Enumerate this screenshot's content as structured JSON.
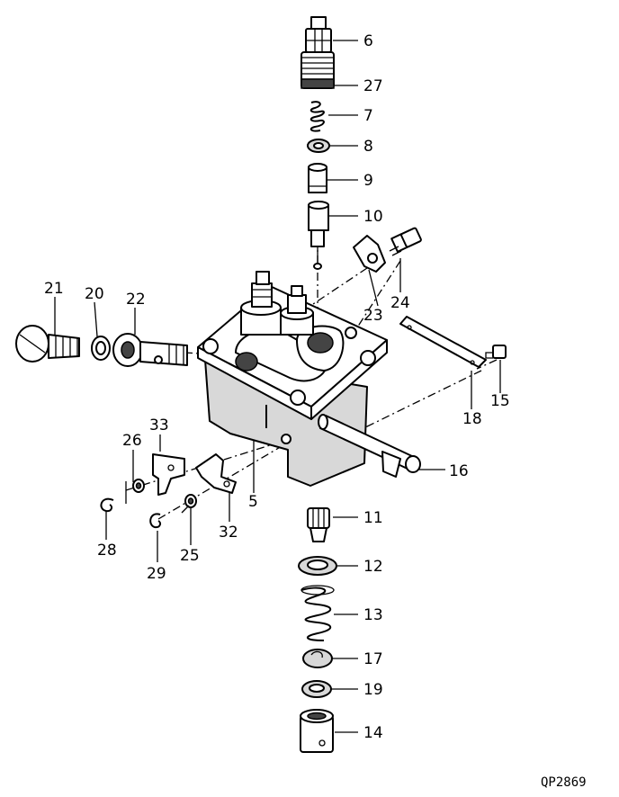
{
  "diagram": {
    "drawing_code": "QP2869",
    "part_labels": {
      "p6": "6",
      "p27": "27",
      "p7": "7",
      "p8": "8",
      "p9": "9",
      "p10": "10",
      "p24": "24",
      "p23": "23",
      "p21": "21",
      "p20": "20",
      "p22": "22",
      "p15": "15",
      "p18": "18",
      "p16": "16",
      "p33": "33",
      "p26": "26",
      "p5": "5",
      "p32": "32",
      "p25": "25",
      "p28": "28",
      "p29": "29",
      "p11": "11",
      "p12": "12",
      "p13": "13",
      "p17": "17",
      "p19": "19",
      "p14": "14"
    }
  }
}
